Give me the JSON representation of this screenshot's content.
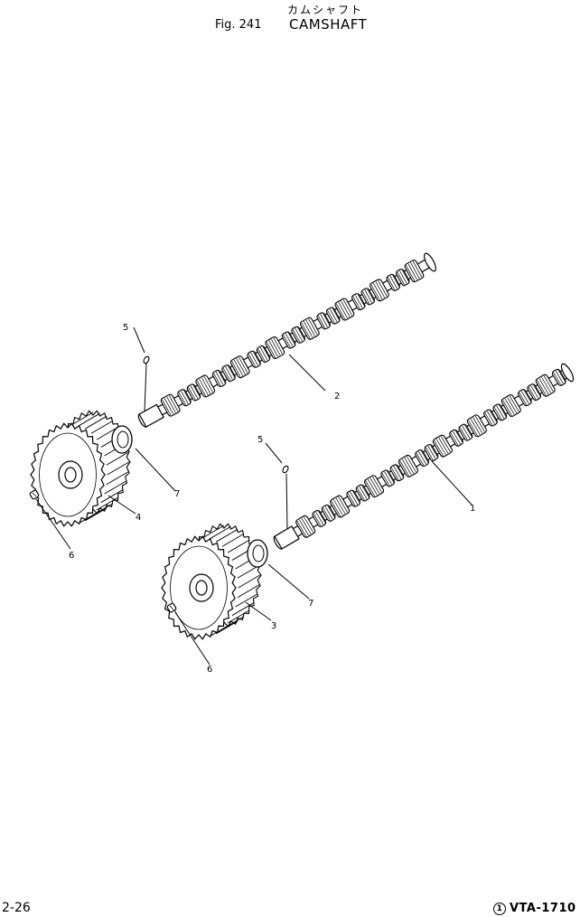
{
  "header": {
    "japanese_title": "カムシャフト",
    "figure_label": "Fig. 241",
    "figure_title": "CAMSHAFT"
  },
  "footer": {
    "page_number": "2-26",
    "doc_code": "VTA-1710",
    "doc_code_mark": "1"
  },
  "callouts": {
    "camshaft_1": "1",
    "camshaft_2": "2",
    "gear_3": "3",
    "gear_4": "4",
    "key_5_upper": "5",
    "key_5_lower": "5",
    "bolt_6_upper": "6",
    "bolt_6_lower": "6",
    "washer_7_upper": "7",
    "washer_7_lower": "7"
  },
  "icons": {
    "camshaft": "camshaft-icon",
    "gear": "timing-gear-icon",
    "washer": "thrust-washer-icon",
    "key": "woodruff-key-icon",
    "bolt": "bolt-icon"
  }
}
